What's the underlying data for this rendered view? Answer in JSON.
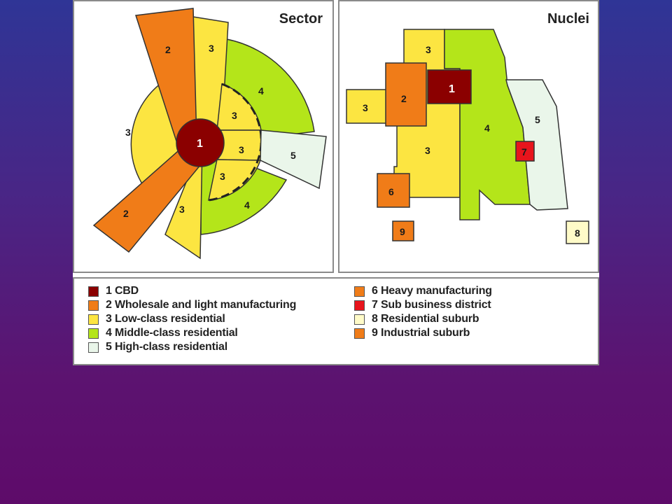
{
  "sector": {
    "title": "Sector"
  },
  "nuclei": {
    "title": "Nuclei"
  },
  "colors": {
    "cbd": "#8b0000",
    "wholesale": "#f07c18",
    "low": "#fce541",
    "middle": "#b4e51a",
    "high": "#eaf6ea",
    "sub_business": "#e8141c",
    "res_suburb": "#fffbc8",
    "industrial": "#f07c18",
    "heavy": "#f07c18"
  },
  "legend": {
    "left": [
      {
        "label": "1 CBD",
        "color": "#8b0000"
      },
      {
        "label": "2 Wholesale and light manufacturing",
        "color": "#f07c18"
      },
      {
        "label": "3 Low-class residential",
        "color": "#fce541"
      },
      {
        "label": "4 Middle-class residential",
        "color": "#b4e51a"
      },
      {
        "label": "5 High-class residential",
        "color": "#eaf6ea"
      }
    ],
    "right": [
      {
        "label": "6 Heavy manufacturing",
        "color": "#f07c18"
      },
      {
        "label": "7 Sub business district",
        "color": "#e8141c"
      },
      {
        "label": "8 Residential suburb",
        "color": "#fffbc8"
      },
      {
        "label": "9 Industrial suburb",
        "color": "#f07c18"
      }
    ]
  },
  "labels": {
    "n1": "1",
    "n2": "2",
    "n3": "3",
    "n4": "4",
    "n5": "5",
    "n6": "6",
    "n7": "7",
    "n8": "8",
    "n9": "9"
  }
}
